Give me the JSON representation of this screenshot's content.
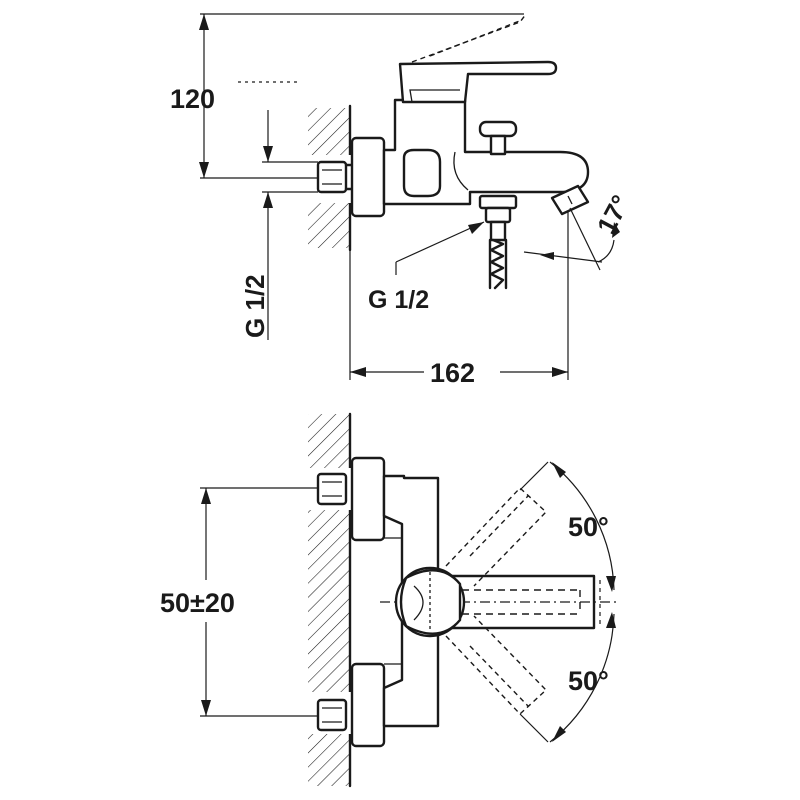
{
  "dimensions": {
    "height_top": "120",
    "thread_vertical": "G 1/2",
    "thread_outlet": "G 1/2",
    "width_total": "162",
    "spout_angle": "17°",
    "center_distance": "50±20",
    "swivel_angle_upper": "50°",
    "swivel_angle_lower": "50°"
  }
}
